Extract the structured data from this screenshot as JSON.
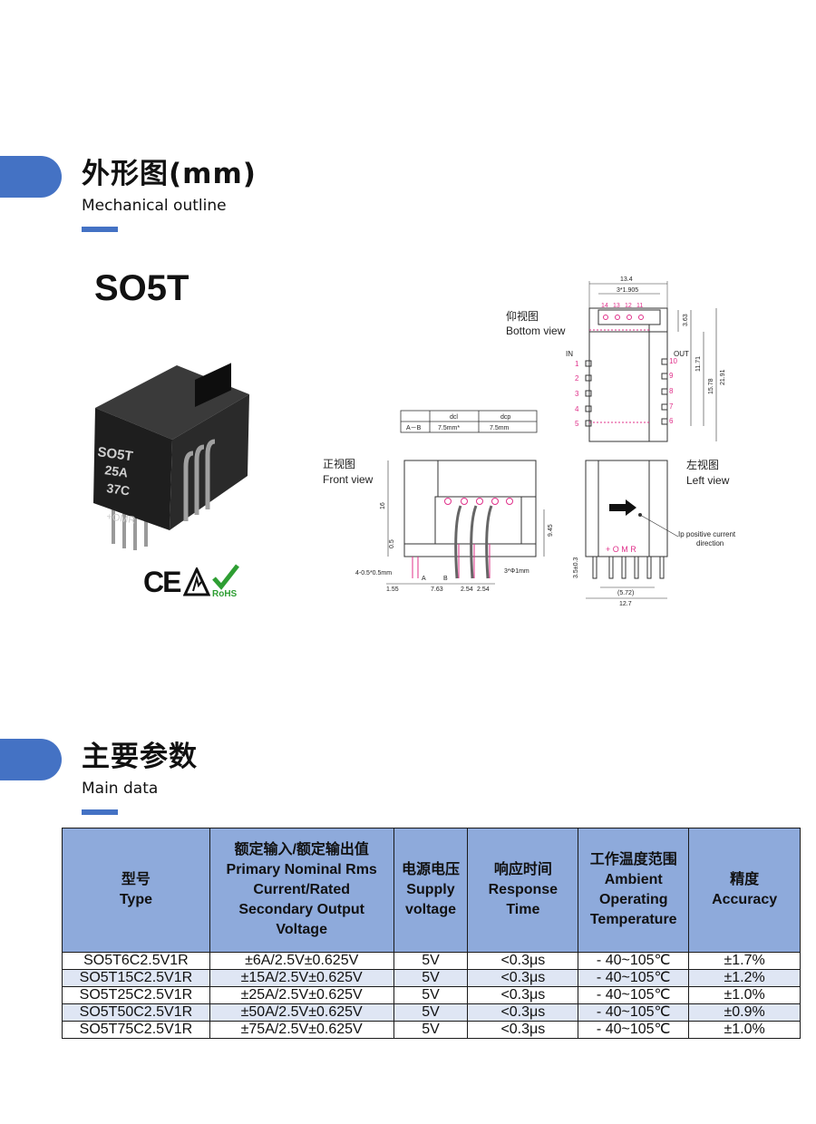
{
  "section1": {
    "title_cn": "外形图(mm)",
    "title_en": "Mechanical outline"
  },
  "section2": {
    "title_cn": "主要参数",
    "title_en": "Main data"
  },
  "product": {
    "model": "SO5T",
    "body_marking": [
      "SO5T",
      "25A",
      "37C",
      "+OMR"
    ],
    "certifications": [
      "CE",
      "ESD",
      "RoHS"
    ]
  },
  "drawing": {
    "bottom_view_cn": "仰视图",
    "bottom_view_en": "Bottom  view",
    "front_view_cn": "正视图",
    "front_view_en": "Front view",
    "left_view_cn": "左视图",
    "left_view_en": "Left view",
    "in_label": "IN",
    "out_label": "OUT",
    "pins_in": [
      "1",
      "2",
      "3",
      "4",
      "5"
    ],
    "pins_out": [
      "10",
      "9",
      "8",
      "7",
      "6"
    ],
    "pins_top": [
      "14",
      "13",
      "12",
      "11"
    ],
    "dims": {
      "top_width": "13.4",
      "pitch_top": "3*1.905",
      "d363": "3.63",
      "d1171": "11.71",
      "d1578": "15.78",
      "d2191": "21.91",
      "d16": "16",
      "d05": "0.5",
      "d945": "9.45",
      "pin_note": "4-0.5*0.5mm",
      "d155": "1.55",
      "d763": "7.63",
      "d254a": "2.54",
      "d254b": "2.54",
      "pin_sec": "3*Φ1mm",
      "d35": "3.5±0.3",
      "d572": "(5.72)",
      "d127": "12.7"
    },
    "clearance_table": {
      "headers": [
        "",
        "dcl",
        "dcp"
      ],
      "row": [
        "A－B",
        "7.5mm*",
        "7.5mm"
      ]
    },
    "ip_note": [
      "Ip positive current",
      "direction"
    ],
    "omr_mark": "+ O M R",
    "ab_labels": [
      "A",
      "B"
    ]
  },
  "main_table": {
    "headers": [
      [
        "型号",
        "Type"
      ],
      [
        "额定输入/额定输出值",
        "Primary Nominal Rms",
        "Current/Rated",
        "Secondary Output",
        "Voltage"
      ],
      [
        "电源电压",
        "Supply",
        "voltage"
      ],
      [
        "响应时间",
        "Response",
        "Time"
      ],
      [
        "工作温度范围",
        "Ambient",
        "Operating",
        "Temperature"
      ],
      [
        "精度",
        "Accuracy"
      ]
    ],
    "rows": [
      [
        "SO5T6C2.5V1R",
        "±6A/2.5V±0.625V",
        "5V",
        "<0.3μs",
        "- 40~105℃",
        "±1.7%"
      ],
      [
        "SO5T15C2.5V1R",
        "±15A/2.5V±0.625V",
        "5V",
        "<0.3μs",
        "- 40~105℃",
        "±1.2%"
      ],
      [
        "SO5T25C2.5V1R",
        "±25A/2.5V±0.625V",
        "5V",
        "<0.3μs",
        "- 40~105℃",
        "±1.0%"
      ],
      [
        "SO5T50C2.5V1R",
        "±50A/2.5V±0.625V",
        "5V",
        "<0.3μs",
        "- 40~105℃",
        "±0.9%"
      ],
      [
        "SO5T75C2.5V1R",
        "±75A/2.5V±0.625V",
        "5V",
        "<0.3μs",
        "- 40~105℃",
        "±1.0%"
      ]
    ]
  },
  "colors": {
    "accent": "#4472c4",
    "header_bg": "#8eaadb",
    "alt_row": "#dfe6f4",
    "pin_pink": "#e0308a"
  }
}
